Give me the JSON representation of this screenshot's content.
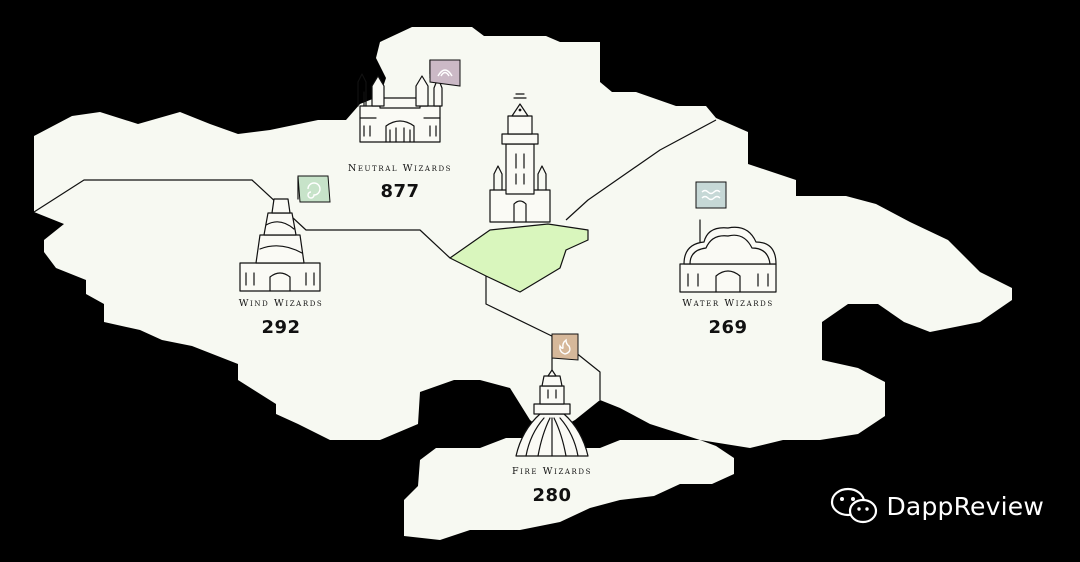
{
  "map": {
    "land_color": "#f7f9f2",
    "border_color": "#111111",
    "center_zone_color": "#d9f6bd",
    "background_color": "#000000"
  },
  "factions": {
    "neutral": {
      "label": "Neutral Wizards",
      "count": "877",
      "flag_color": "#cbb9c6",
      "flag_icon": "rainbow-icon"
    },
    "wind": {
      "label": "Wind Wizards",
      "count": "292",
      "flag_color": "#c7e3c9",
      "flag_icon": "swirl-icon"
    },
    "water": {
      "label": "Water Wizards",
      "count": "269",
      "flag_color": "#c6d8d6",
      "flag_icon": "waves-icon"
    },
    "fire": {
      "label": "Fire Wizards",
      "count": "280",
      "flag_color": "#d6b89a",
      "flag_icon": "flame-icon"
    }
  },
  "central_tower": {
    "icon": "eye-tower-icon"
  },
  "watermark": {
    "text": "DappReview",
    "icon": "wechat-icon"
  }
}
